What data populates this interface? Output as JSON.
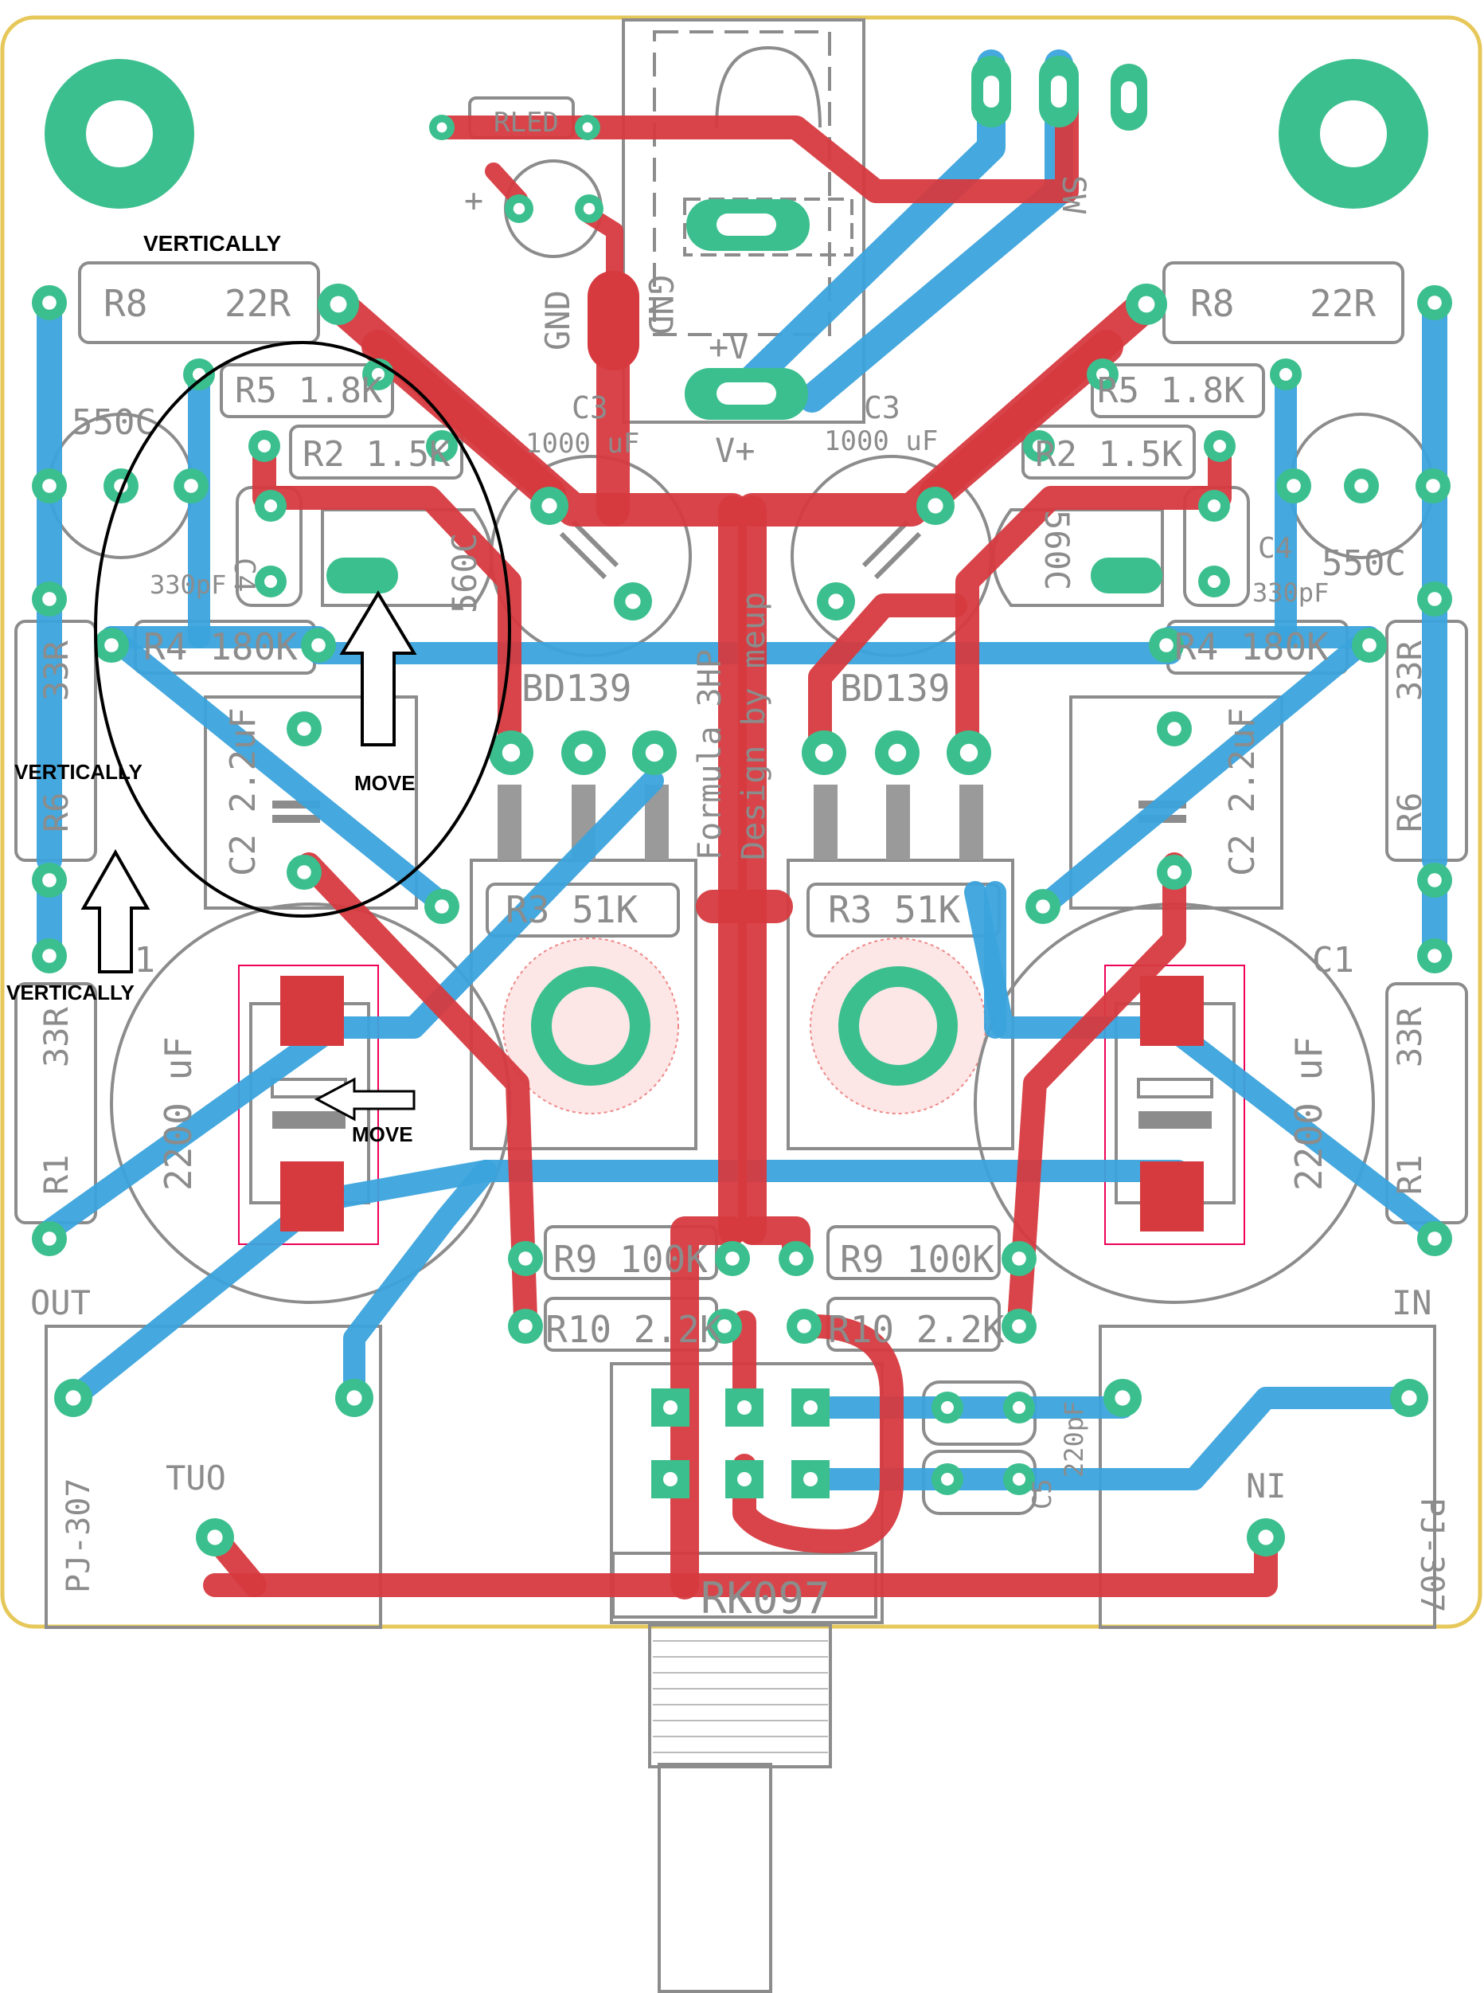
{
  "board": {
    "outline_color": "#e6c85a",
    "top_copper_color": "#d63a3f",
    "bottom_copper_color": "#3ba3dc",
    "pad_color": "#3cbf8e",
    "silk_color": "#8c8c8c"
  },
  "labels": {
    "rled": "RLED",
    "gnd_left": "GND",
    "gnd_right": "GND",
    "vplus_top": "+V",
    "vplus": "V+",
    "plus": "+",
    "r8_left": "R8",
    "r8_left_val": "22R",
    "r8_right": "R8",
    "r8_right_val": "22R",
    "r5_left": "R5 1.8K",
    "r5_right": "R5 1.8K",
    "r2_left": "R2 1.5K",
    "r2_right": "R2 1.5K",
    "q550_left": "550C",
    "q550_right": "550C",
    "q560_left": "560C",
    "q560_right": "560C",
    "c4_left": "C4",
    "c4_right": "C4",
    "c4_val_left": "330pF",
    "c4_val_right": "330pF",
    "c3_left": "C3",
    "c3_right": "C3",
    "c3_val_left": "1000 uF",
    "c3_val_right": "1000 uF",
    "r4_left": "R4 180K",
    "r4_right": "R4 180K",
    "bd139_left": "BD139",
    "bd139_right": "BD139",
    "formula": "Formula 3HP",
    "design": "Design by meup",
    "r6_left": "R6",
    "r6_right": "R6",
    "r33_a": "33R",
    "r33_b": "33R",
    "r33_c": "33R",
    "r33_d": "33R",
    "c2_left": "C2 2.2uF",
    "c2_right": "C2 2.2uF",
    "r3_left": "R3 51K",
    "r3_right": "R3 51K",
    "c1_left": "C1",
    "c1_right": "C1",
    "c1_val_left": "2200 uF",
    "c1_val_right": "2200 uF",
    "r1_left": "R1",
    "r1_right": "R1",
    "r9_left": "R9 100K",
    "r9_right": "R9 100K",
    "r10_left": "R10 2.2K",
    "r10_right": "R10 2.2K",
    "out": "OUT",
    "in": "IN",
    "pj_left": "PJ-307",
    "pj_right": "PJ-307",
    "tuo": "TUO",
    "ni": "NI",
    "c5_left": "C5",
    "c5_val": "220pF",
    "rk097": "RK097",
    "sw": "SW"
  },
  "annotations": {
    "vertically_top": "VERTICALLY",
    "vertically_mid": "VERTICALLY",
    "vertically_bottom": "VERTICALLY",
    "move_top": "MOVE",
    "move_bottom": "MOVE"
  }
}
